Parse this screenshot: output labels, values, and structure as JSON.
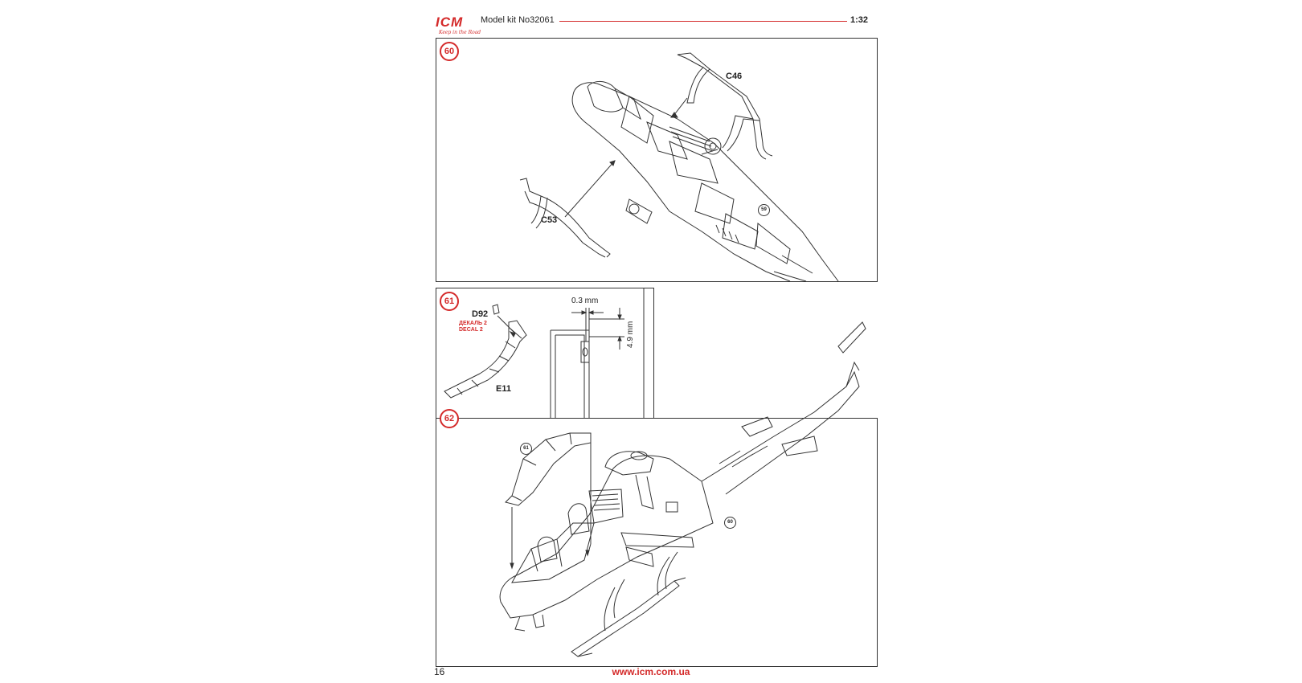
{
  "header": {
    "brand": "ICM",
    "brand_tagline": "Keep in the Road",
    "model_kit": "Model kit No32061",
    "scale": "1:32"
  },
  "steps": [
    {
      "number": "60",
      "parts": [
        "C46",
        "C53"
      ],
      "reference": "59"
    },
    {
      "number": "61",
      "parts": [
        "D92",
        "E11"
      ],
      "decal_ru": "ДЕКАЛЬ 2",
      "decal_en": "DECAL 2",
      "dim_width": "0.3 mm",
      "dim_height": "4.9 mm"
    },
    {
      "number": "62",
      "references": [
        "61",
        "60"
      ]
    }
  ],
  "footer": {
    "page_number": "16",
    "url": "www.icm.com.ua"
  },
  "colors": {
    "accent": "#d42a2a",
    "line": "#333333"
  }
}
